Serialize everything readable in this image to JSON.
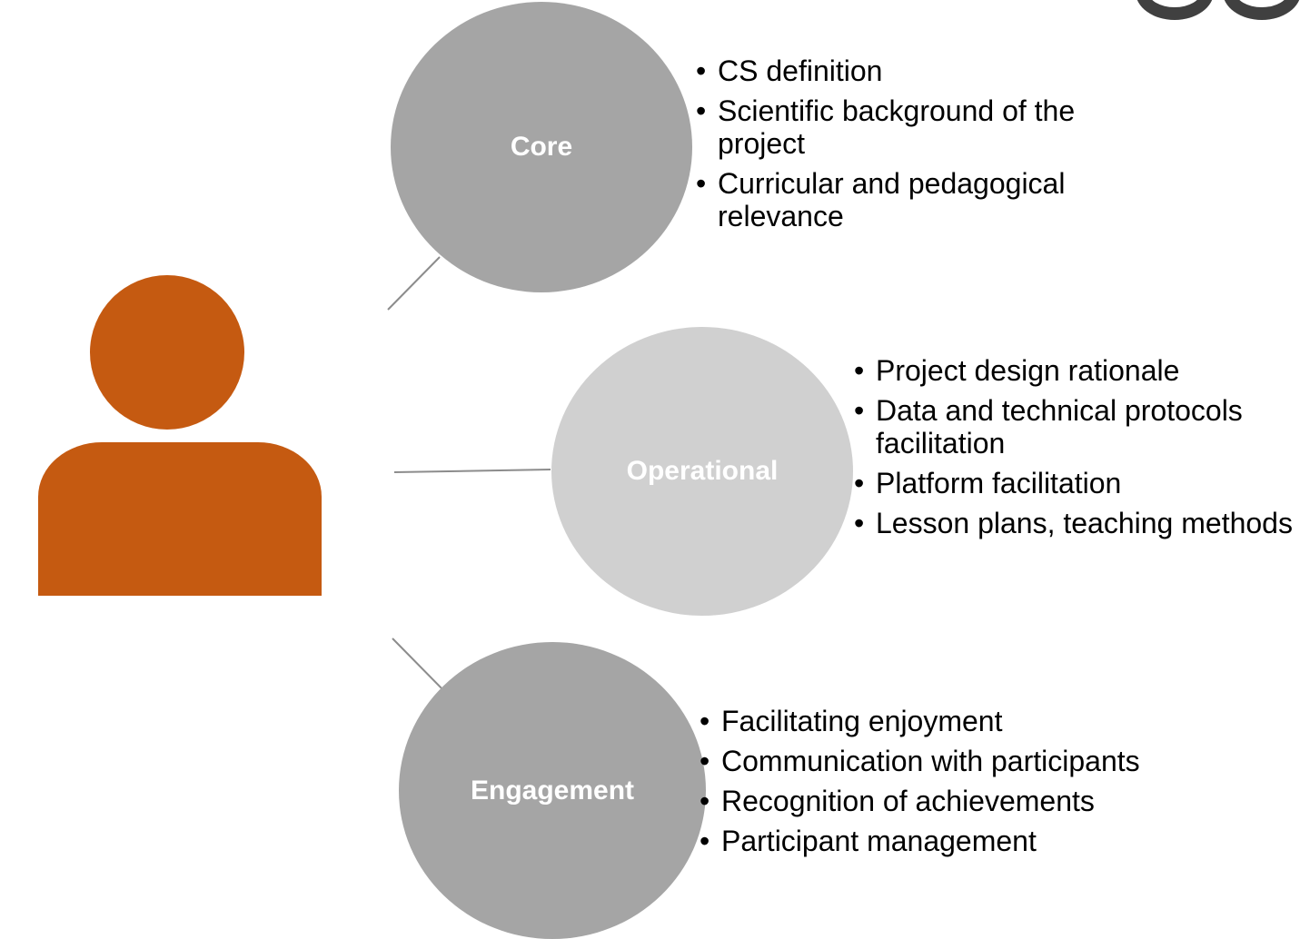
{
  "diagram": {
    "center_icon": "person-icon",
    "colors": {
      "person": "#c55a11",
      "core_circle": "#a5a5a5",
      "operational_circle": "#d0d0d0",
      "engagement_circle": "#a5a5a5",
      "circle_text": "#ffffff",
      "connector": "#8c8c8c"
    },
    "nodes": [
      {
        "label": "Core",
        "items": [
          "CS definition",
          "Scientific background of the project",
          "Curricular and pedagogical relevance"
        ]
      },
      {
        "label": "Operational",
        "items": [
          "Project design rationale",
          "Data and technical protocols facilitation",
          "Platform facilitation",
          "Lesson plans, teaching methods"
        ]
      },
      {
        "label": "Engagement",
        "items": [
          "Facilitating enjoyment",
          "Communication with participants",
          "Recognition of achievements",
          "Participant management"
        ]
      }
    ]
  }
}
